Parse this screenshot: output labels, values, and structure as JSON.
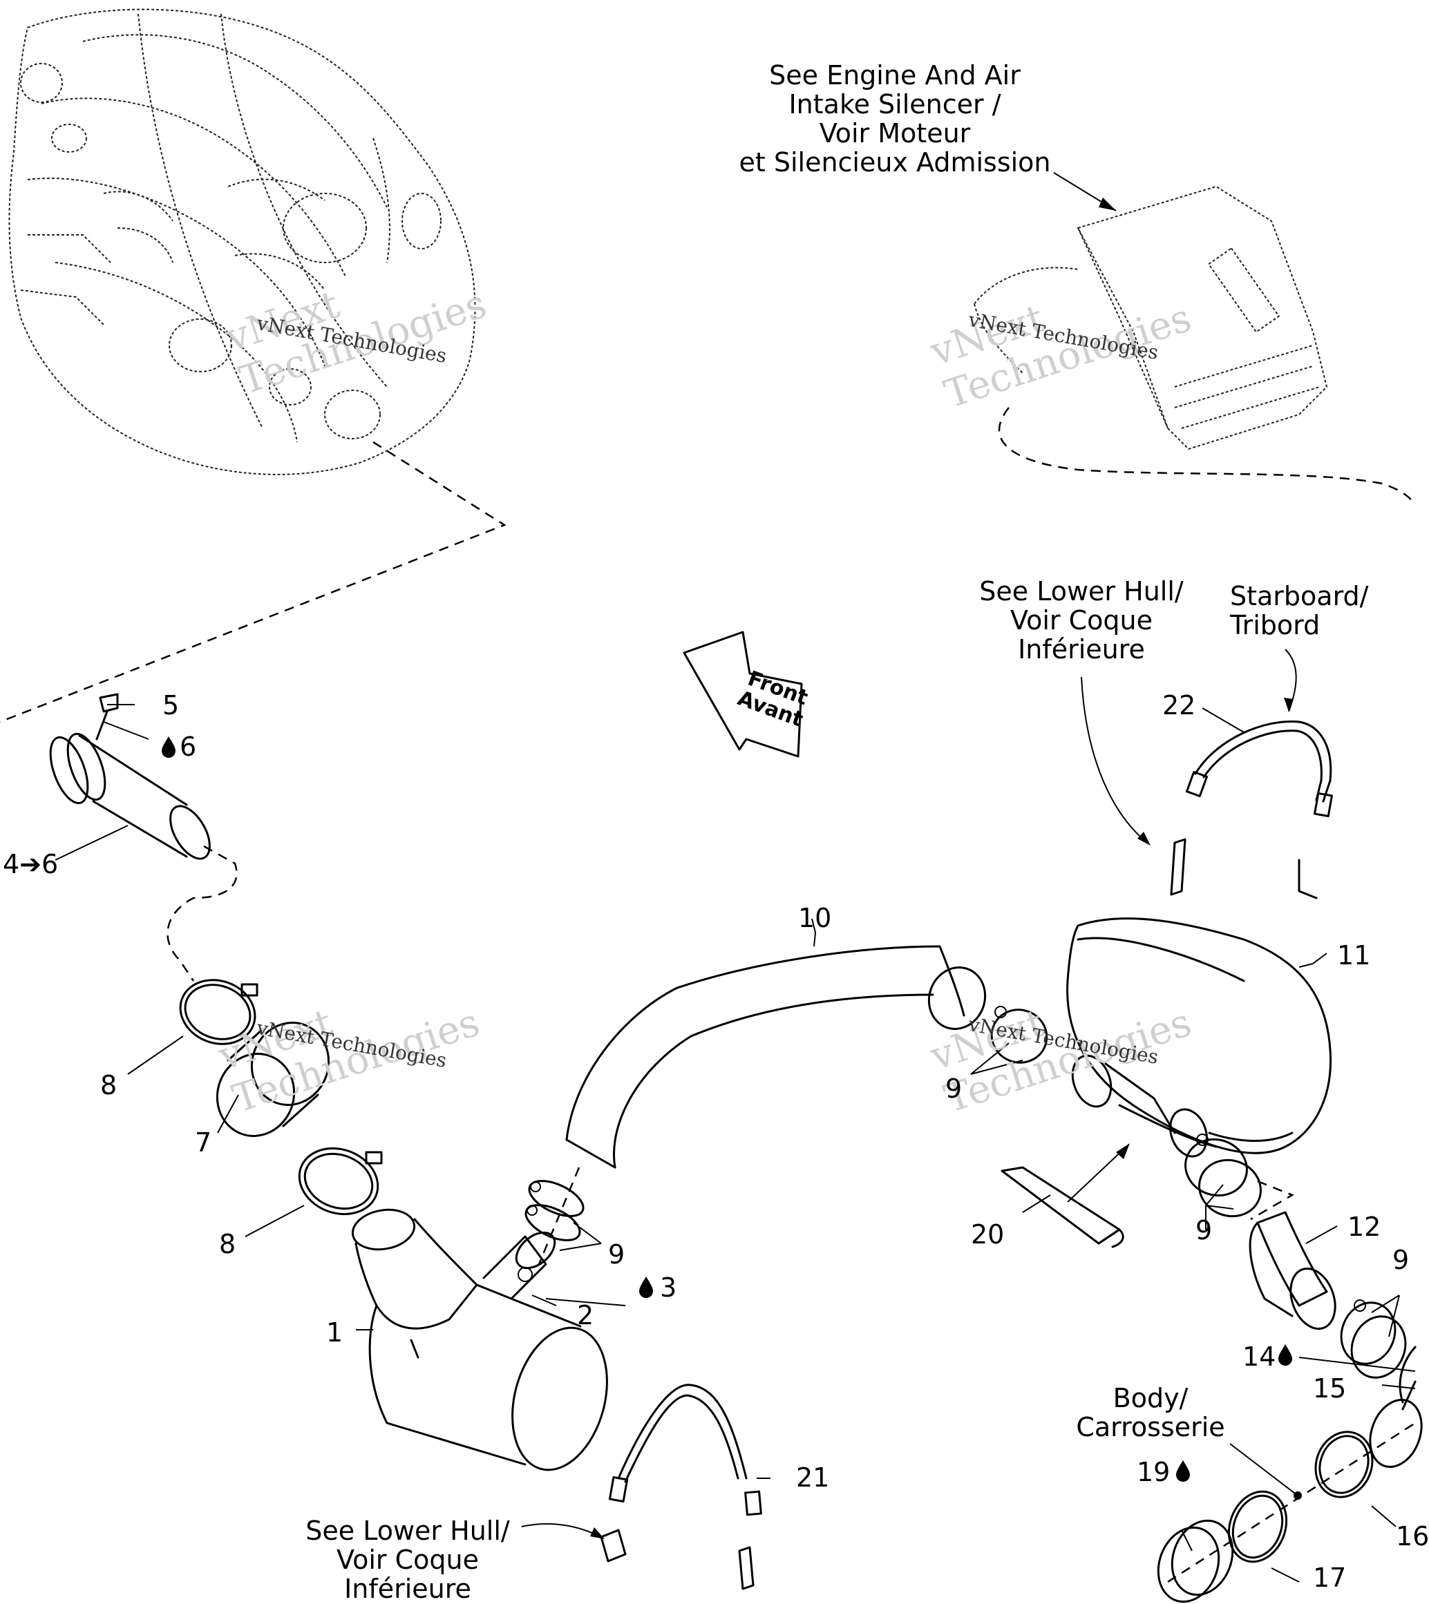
{
  "notes": {
    "engine_air": [
      "See Engine And Air",
      "Intake Silencer /",
      "Voir Moteur",
      "et Silencieux Admission"
    ],
    "lower_hull_top": [
      "See Lower Hull/",
      "Voir Coque",
      "Inférieure"
    ],
    "starboard": [
      "Starboard/",
      "Tribord"
    ],
    "front_arrow": [
      "Front",
      "Avant"
    ],
    "body": [
      "Body/",
      "Carrosserie"
    ],
    "lower_hull_bottom": [
      "See Lower Hull/",
      "Voir Coque",
      "Inférieure"
    ]
  },
  "callouts": {
    "c1": "1",
    "c2": "2",
    "c3": "3",
    "c5": "5",
    "c6": "6",
    "c4_6": "4➔6",
    "c7": "7",
    "c8a": "8",
    "c8b": "8",
    "c9a": "9",
    "c9b": "9",
    "c9c": "9",
    "c9d": "9",
    "c10": "10",
    "c11": "11",
    "c12": "12",
    "c14": "14",
    "c15": "15",
    "c16": "16",
    "c17": "17",
    "c19": "19",
    "c20": "20",
    "c21": "21",
    "c22": "22"
  },
  "watermark": {
    "brand": "vNext Technologies",
    "line1": "vNext",
    "line2": "Technologies"
  },
  "icons": [
    "oil-drop-icon"
  ]
}
